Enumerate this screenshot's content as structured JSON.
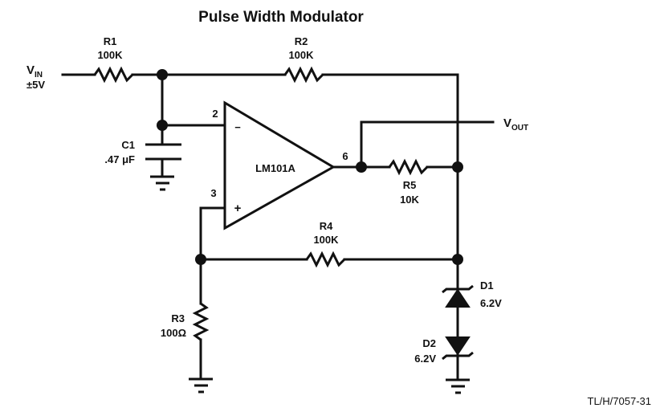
{
  "title": "Pulse Width Modulator",
  "figure_ref": "TL/H/7057-31",
  "input": {
    "name": "V",
    "subscript": "IN",
    "range": "±5V"
  },
  "output": {
    "name": "V",
    "subscript": "OUT"
  },
  "opamp": {
    "part": "LM101A",
    "pin_inverting": "2",
    "pin_noninverting": "3",
    "pin_output": "6",
    "minus_sign": "−",
    "plus_sign": "+"
  },
  "components": {
    "R1": {
      "ref": "R1",
      "value": "100K"
    },
    "R2": {
      "ref": "R2",
      "value": "100K"
    },
    "R3": {
      "ref": "R3",
      "value": "100Ω"
    },
    "R4": {
      "ref": "R4",
      "value": "100K"
    },
    "R5": {
      "ref": "R5",
      "value": "10K"
    },
    "C1": {
      "ref": "C1",
      "value": ".47 μF"
    },
    "D1": {
      "ref": "D1",
      "value": "6.2V"
    },
    "D2": {
      "ref": "D2",
      "value": "6.2V"
    }
  }
}
